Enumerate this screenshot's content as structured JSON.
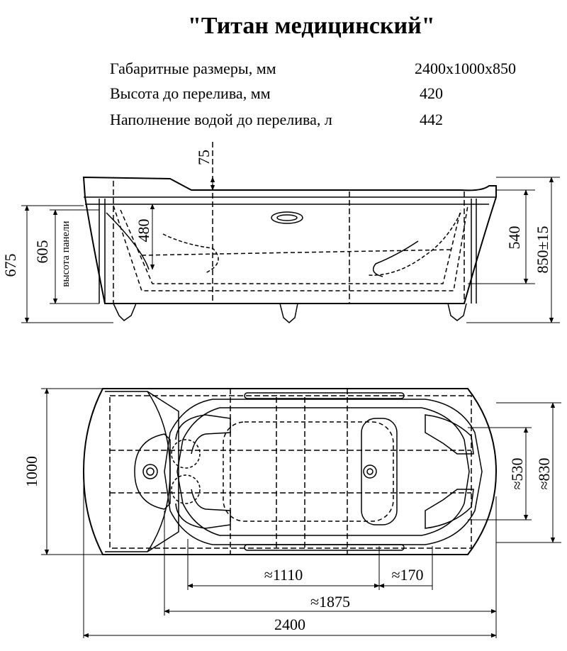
{
  "title": "\"Титан медицинский\"",
  "specs": [
    {
      "label": "Габаритные размеры, мм",
      "value": "2400x1000x850"
    },
    {
      "label": "Высота до перелива, мм",
      "value": "420"
    },
    {
      "label": "Наполнение водой до перелива, л",
      "value": "442"
    }
  ],
  "side_view": {
    "dim_75": "75",
    "dim_480": "480",
    "dim_540": "540",
    "dim_850": "850±15",
    "dim_675": "675",
    "dim_605": "605",
    "panel_height_label": "высота панели"
  },
  "top_view": {
    "dim_1000": "1000",
    "dim_530": "≈530",
    "dim_830": "≈830",
    "dim_1110": "≈1110",
    "dim_170": "≈170",
    "dim_1875": "≈1875",
    "dim_2400": "2400"
  }
}
